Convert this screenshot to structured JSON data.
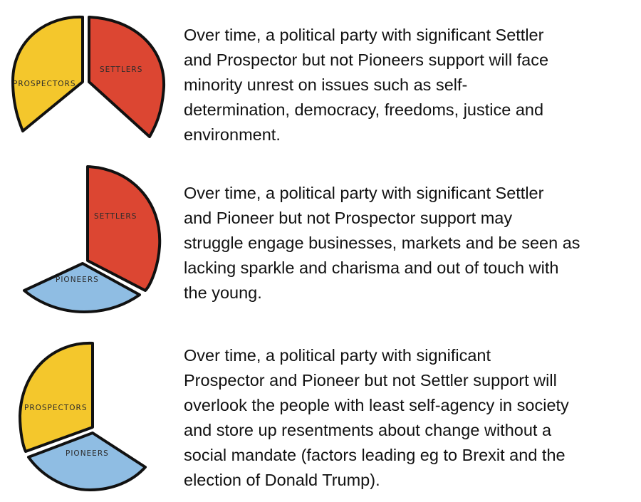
{
  "colors": {
    "settlers": "#dc4632",
    "prospectors": "#f4c72c",
    "pioneers": "#8fbde3",
    "outline": "#111111"
  },
  "panels": [
    {
      "segments": {
        "prospectors": "PROSPECTORS",
        "settlers": "SETTLERS"
      },
      "caption_lines": [
        "Over time, a political party with significant Settler",
        "and Prospector but not Pioneers support will face",
        "minority unrest on issues such as self-",
        "determination, democracy, freedoms, justice and",
        "environment."
      ]
    },
    {
      "segments": {
        "settlers": "SETTLERS",
        "pioneers": "PIONEERS"
      },
      "caption_lines": [
        "Over time, a political party with significant Settler",
        "and Pioneer but not Prospector support may",
        "struggle engage businesses, markets and be seen as",
        "lacking sparkle and charisma and out of touch with",
        "the young."
      ]
    },
    {
      "segments": {
        "prospectors": "PROSPECTORS",
        "pioneers": "PIONEERS"
      },
      "caption_lines": [
        "Over time, a political party with significant",
        "Prospector and Pioneer but not Settler support will",
        "overlook the people with least self-agency in society",
        "and store up resentments about change without a",
        "social mandate (factors leading eg to Brexit and the",
        "election of Donald Trump)."
      ]
    }
  ]
}
